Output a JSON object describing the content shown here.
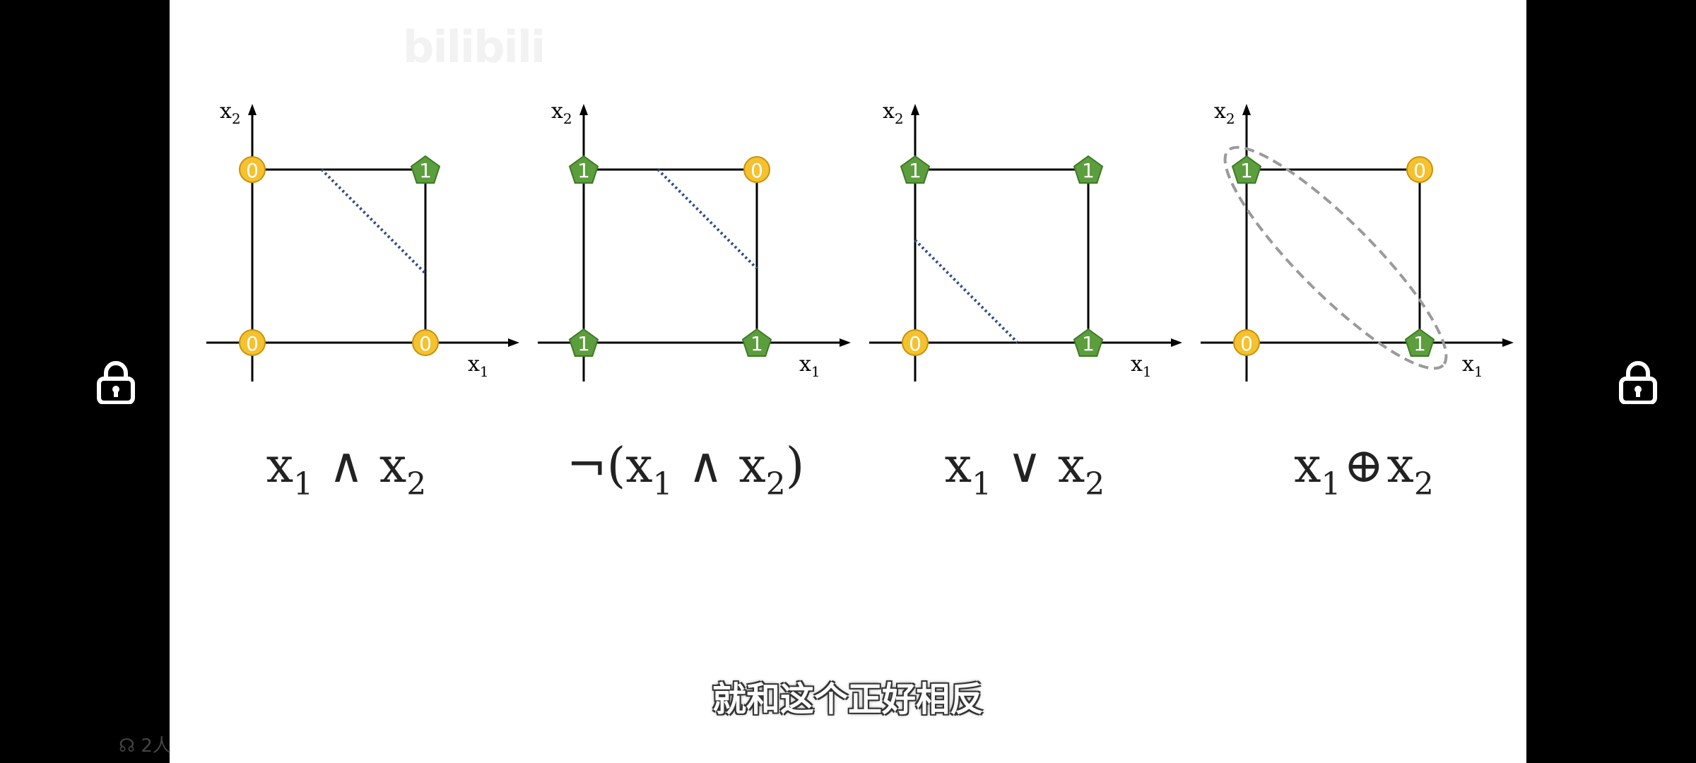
{
  "watermark": "bilibili",
  "diagrams": [
    {
      "x1_label": "x",
      "x1_sub": "1",
      "x2_label": "x",
      "x2_sub": "2",
      "points": [
        {
          "corner": "top-left",
          "value": "0",
          "shape": "circle"
        },
        {
          "corner": "top-right",
          "value": "1",
          "shape": "pentagon"
        },
        {
          "corner": "bottom-left",
          "value": "0",
          "shape": "circle"
        },
        {
          "corner": "bottom-right",
          "value": "0",
          "shape": "circle"
        }
      ],
      "boundary": "dotted-line",
      "formula": {
        "a": "x",
        "a_sub": "1",
        "op": "∧",
        "b": "x",
        "b_sub": "2",
        "prefix": "",
        "suffix": ""
      }
    },
    {
      "x1_label": "x",
      "x1_sub": "1",
      "x2_label": "x",
      "x2_sub": "2",
      "points": [
        {
          "corner": "top-left",
          "value": "1",
          "shape": "pentagon"
        },
        {
          "corner": "top-right",
          "value": "0",
          "shape": "circle"
        },
        {
          "corner": "bottom-left",
          "value": "1",
          "shape": "pentagon"
        },
        {
          "corner": "bottom-right",
          "value": "1",
          "shape": "pentagon"
        }
      ],
      "boundary": "dotted-line",
      "formula": {
        "a": "x",
        "a_sub": "1",
        "op": "∧",
        "b": "x",
        "b_sub": "2",
        "prefix": "¬(",
        "suffix": ")"
      }
    },
    {
      "x1_label": "x",
      "x1_sub": "1",
      "x2_label": "x",
      "x2_sub": "2",
      "points": [
        {
          "corner": "top-left",
          "value": "1",
          "shape": "pentagon"
        },
        {
          "corner": "top-right",
          "value": "1",
          "shape": "pentagon"
        },
        {
          "corner": "bottom-left",
          "value": "0",
          "shape": "circle"
        },
        {
          "corner": "bottom-right",
          "value": "1",
          "shape": "pentagon"
        }
      ],
      "boundary": "dotted-line",
      "formula": {
        "a": "x",
        "a_sub": "1",
        "op": "∨",
        "b": "x",
        "b_sub": "2",
        "prefix": "",
        "suffix": ""
      }
    },
    {
      "x1_label": "x",
      "x1_sub": "1",
      "x2_label": "x",
      "x2_sub": "2",
      "points": [
        {
          "corner": "top-left",
          "value": "1",
          "shape": "pentagon"
        },
        {
          "corner": "top-right",
          "value": "0",
          "shape": "circle"
        },
        {
          "corner": "bottom-left",
          "value": "0",
          "shape": "circle"
        },
        {
          "corner": "bottom-right",
          "value": "1",
          "shape": "pentagon"
        }
      ],
      "boundary": "dashed-ellipse",
      "formula": {
        "a": "x",
        "a_sub": "1",
        "op": "⊕",
        "b": "x",
        "b_sub": "2",
        "prefix": "",
        "suffix": ""
      }
    }
  ],
  "colors": {
    "circle_fill": "#F5C12E",
    "circle_stroke": "#C9930A",
    "pentagon_fill": "#5C9E3D",
    "pentagon_stroke": "#3E7A25",
    "boundary": "#2F4F8A",
    "ellipse": "#9A9A9A"
  },
  "subtitle": "就和这个正好相反",
  "viewer_count": "2人",
  "icons": {
    "left": "lock-icon",
    "right": "lock-icon"
  }
}
